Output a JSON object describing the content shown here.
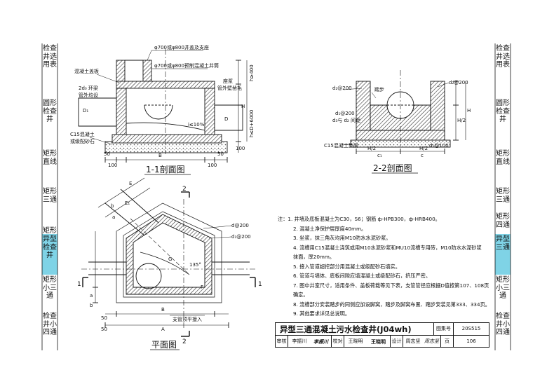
{
  "side_left": [
    {
      "label": "检查井选用表",
      "active": false
    },
    {
      "label": "圆形检查井",
      "active": false
    },
    {
      "label": "矩形直线",
      "active": false
    },
    {
      "label": "矩形三通",
      "active": false
    },
    {
      "label": "矩形四通",
      "active": false
    },
    {
      "label": "异型检查井",
      "active": true
    },
    {
      "label": "矩形小三通",
      "active": false
    },
    {
      "label": "检查井小四通",
      "active": false
    }
  ],
  "side_right": [
    {
      "label": "检查井选用表",
      "active": false
    },
    {
      "label": "圆形检查井",
      "active": false
    },
    {
      "label": "矩形直线",
      "active": false
    },
    {
      "label": "矩形三通",
      "active": false
    },
    {
      "label": "矩形四通",
      "active": false
    },
    {
      "label": "异型三通",
      "active": true
    },
    {
      "label": "矩形小三通",
      "active": false
    },
    {
      "label": "检查井小四通",
      "active": false
    }
  ],
  "section11": {
    "title": "1-1剖面图",
    "cover_label": "φ700或φ800井盖及支座",
    "pipe_label": "φ700或φ800预制混凝土井筒",
    "cap_label": "混凝土盖板",
    "ring_label": "2d₀ 环梁",
    "ring_label2": "管外均设",
    "dim_h400": "h≥400",
    "dim_h6000": "h≤D+6000",
    "dim_H": "H",
    "dim_d1": "D₁",
    "dim_d": "D",
    "slope_label": "i≤10%",
    "base_label": "C15混凝土",
    "base_label2": "或级配砂石",
    "top_label": "座浆",
    "top_label2": "管外壁凿毛",
    "dim_B": "B",
    "dim_50a": "50",
    "dim_100a": "100",
    "dim_100b": "100",
    "dim_50b": "50",
    "dim_100c": "100"
  },
  "section22": {
    "title": "2-2剖面图",
    "dim_d200a": "d₂@200",
    "dim_d200b": "d₂@200",
    "step_label": "踏步",
    "dim_d1": "d₁@200",
    "dim_d3": "d₃与 d₂ 间距",
    "base_label": "C15混凝土垫层",
    "dim_h2a": "H/2",
    "dim_h2b": "H/2",
    "dim_h2c": "H/2",
    "dim_d100": "d₁@100",
    "dim_c1": "c₁",
    "dim_c2": "c",
    "dim_H": "H"
  },
  "plan": {
    "title": "平面图",
    "cut_2_top": "2",
    "cut_2_bot": "2",
    "cut_1_left": "1",
    "cut_1_right": "1",
    "dim_E": "E",
    "dim_E1": "E₁",
    "dim_b1": "b",
    "dim_a1": "a",
    "dim_d200": "d@200",
    "dim_d200b": "d₁@200",
    "dim_G": "G",
    "angle": "135°",
    "dim_F": "F",
    "dim_B": "B",
    "dim_A": "A",
    "dim_a": "a",
    "dim_b": "b",
    "dim_50": "50",
    "dim_50b": "50",
    "step_note": "支管顶平接入"
  },
  "notes": [
    {
      "text": "注：1. 井墙及底板混凝土为C30，S6；钢筋 ф-HPB300，ф-HRB400。",
      "indent": false
    },
    {
      "text": "2. 混凝土净保护层厚度40mm。",
      "indent": true
    },
    {
      "text": "3. 坐浆，抹三角灰均用M10防水水泥砂浆。",
      "indent": true
    },
    {
      "text": "4. 流槽用C15混凝土浇筑或用M10水泥砂浆和MU10流槽专用砖，M10防水水泥砂浆",
      "indent": true
    },
    {
      "text": "抹面，厚20mm。",
      "indent": true
    },
    {
      "text": "5. 接入管道超挖部分用混凝土或级配砂石填实。",
      "indent": true
    },
    {
      "text": "6. 管道与墙体、底板间隙应填混凝土或级配砂石，挤压严密。",
      "indent": true
    },
    {
      "text": "7. 图中井室尺寸，适用条件、盖板荷载等见下表，支管管径应根据D值按第107、108页",
      "indent": true
    },
    {
      "text": "确定。",
      "indent": true
    },
    {
      "text": "8. 流槽部分安装踏步的同侧应加设脚窝，踏步及脚窝布置、踏步安装见第333、334页。",
      "indent": true
    },
    {
      "text": "9. 其他要求详见总说明。",
      "indent": true
    }
  ],
  "titleblock": {
    "title": "异型三通混凝土污水检查井(J04wh)",
    "atlas_label": "图集号",
    "atlas_no": "20S515",
    "review_label": "审核",
    "reviewer": "李振川",
    "reviewer_sig": "李振川",
    "check_label": "校对",
    "checker": "王晓明",
    "checker_sig": "王晓明",
    "design_label": "设计",
    "designer": "周志坚",
    "designer_sig": "周志坚",
    "page_label": "页",
    "page_no": "106"
  }
}
